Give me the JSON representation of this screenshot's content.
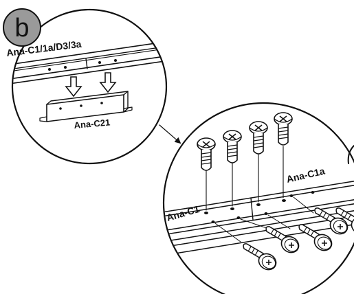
{
  "step": {
    "label": "b",
    "badge_fill": "#9a9a9a"
  },
  "callout_top": {
    "rail_label": "Ana-C1/1a/D3/3a",
    "bracket_label": "Ana-C21"
  },
  "callout_bottom": {
    "left_part_label": "Ana-C1",
    "right_part_label": "Ana-C1a"
  },
  "icons": [
    "step-badge",
    "magnifier-circle",
    "down-arrow-icon",
    "screw-icon",
    "leader-arrow"
  ]
}
